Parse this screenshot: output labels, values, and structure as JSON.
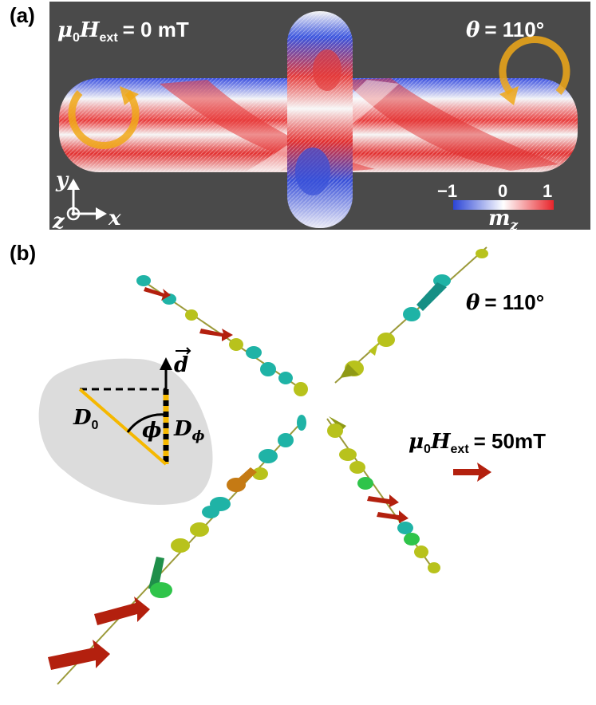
{
  "panel_a": {
    "label": "(a)",
    "field_symbol": "μ",
    "field_sub0": "0",
    "field_H": "H",
    "field_sub": "ext",
    "field_value": "= 0 mT",
    "angle_symbol": "θ",
    "angle_value": "= 110°",
    "axis_y": "y",
    "axis_z": "z",
    "axis_x": "x",
    "colorbar_min": "−1",
    "colorbar_mid": "0",
    "colorbar_max": "1",
    "colorbar_symbol": "m",
    "colorbar_sub": "z"
  },
  "panel_b": {
    "label": "(b)",
    "angle_symbol": "θ",
    "angle_value": "= 110°",
    "field_symbol": "μ",
    "field_sub0": "0",
    "field_H": "H",
    "field_sub": "ext",
    "field_value": "= 50mT",
    "inset_vector": "d",
    "inset_d0": "D",
    "inset_d0_sub": "0",
    "inset_phi": "ϕ",
    "inset_dphi": "D",
    "inset_dphi_sub": "ϕ"
  },
  "colors": {
    "background_a": "#4a4a4a",
    "positive_mz": "#e8252b",
    "negative_mz": "#2b45d6",
    "vortex_arrow": "#f0a818",
    "inset_line": "#f5b800",
    "inset_blob": "#dcdcdc",
    "red_arrow": "#b3200e",
    "teal": "#1fb3a6",
    "yellow_green": "#b8c21c",
    "green": "#2fc44a",
    "orange": "#c57a14"
  }
}
